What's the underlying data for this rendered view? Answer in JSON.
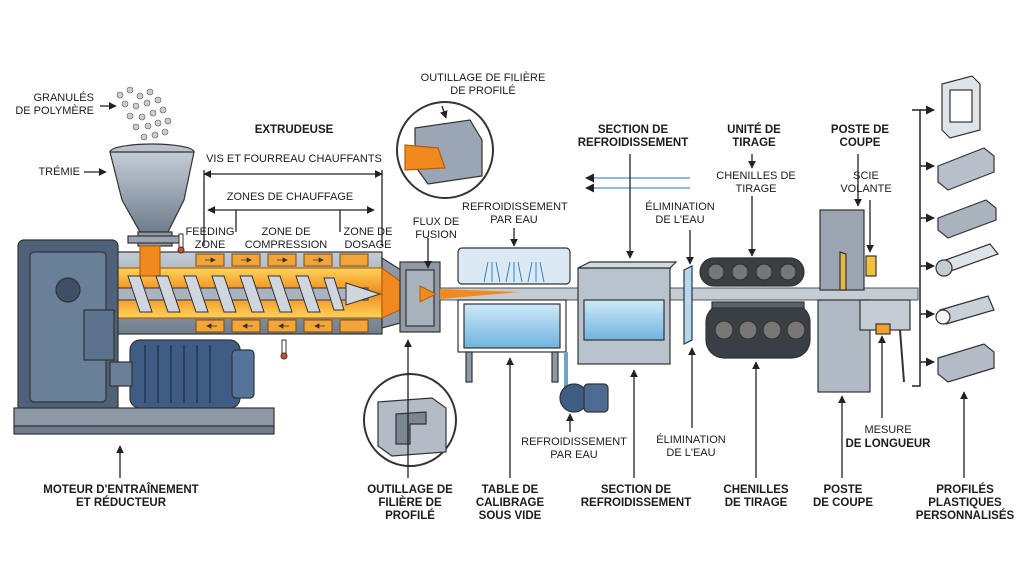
{
  "labels": {
    "granules": "GRANULÉS\nDE POLYMÈRE",
    "tremie": "TRÉMIE",
    "extrudeuse": "EXTRUDEUSE",
    "vis_fourreau": "VIS ET FOURREAU CHAUFFANTS",
    "zones_chauffage": "ZONES DE CHAUFFAGE",
    "feeding_zone": "FEEDING\nZONE",
    "zone_compression": "ZONE DE\nCOMPRESSION",
    "zone_dosage": "ZONE DE\nDOSAGE",
    "flux_fusion": "FLUX DE\nFUSION",
    "outillage_top": "OUTILLAGE DE FILIÈRE\nDE PROFILÉ",
    "refroid_eau_top": "REFROIDISSEMENT\nPAR EAU",
    "section_refroid_top": "SECTION DE\nREFROIDISSEMENT",
    "elimination_top": "ÉLIMINATION\nDE L'EAU",
    "unite_tirage": "UNITÉ DE\nTIRAGE",
    "chenilles_top": "CHENILLES DE\nTIRAGE",
    "poste_coupe_top": "POSTE DE\nCOUPE",
    "scie_volante": "SCIE\nVOLANTE",
    "moteur": "MOTEUR D'ENTRAÎNEMENT\nET RÉDUCTEUR",
    "outillage_bottom": "OUTILLAGE DE\nFILIÈRE DE PROFILÉ",
    "table_calibrage": "TABLE DE\nCALIBRAGE\nSOUS VIDE",
    "refroid_eau_bottom": "REFROIDISSEMENT\nPAR EAU",
    "section_refroid_bottom": "SECTION DE\nREFROIDISSEMENT",
    "elimination_bottom": "ÉLIMINATION\nDE L'EAU",
    "chenilles_bottom": "CHENILLES\nDE TIRAGE",
    "poste_coupe_bottom": "POSTE\nDE COUPE",
    "mesure_1": "MESURE",
    "mesure_2": "DE LONGUEUR",
    "profiles": "PROFILÉS\nPLASTIQUES\nPERSONNALISÉS"
  },
  "colors": {
    "machine": "#8e9aa8",
    "machine_dark": "#4d5d70",
    "motor_blue": "#3d5a80",
    "heater": "#f0a030",
    "melt": "#f07f1c",
    "water": "#9fd0ee",
    "outline": "#222222"
  }
}
